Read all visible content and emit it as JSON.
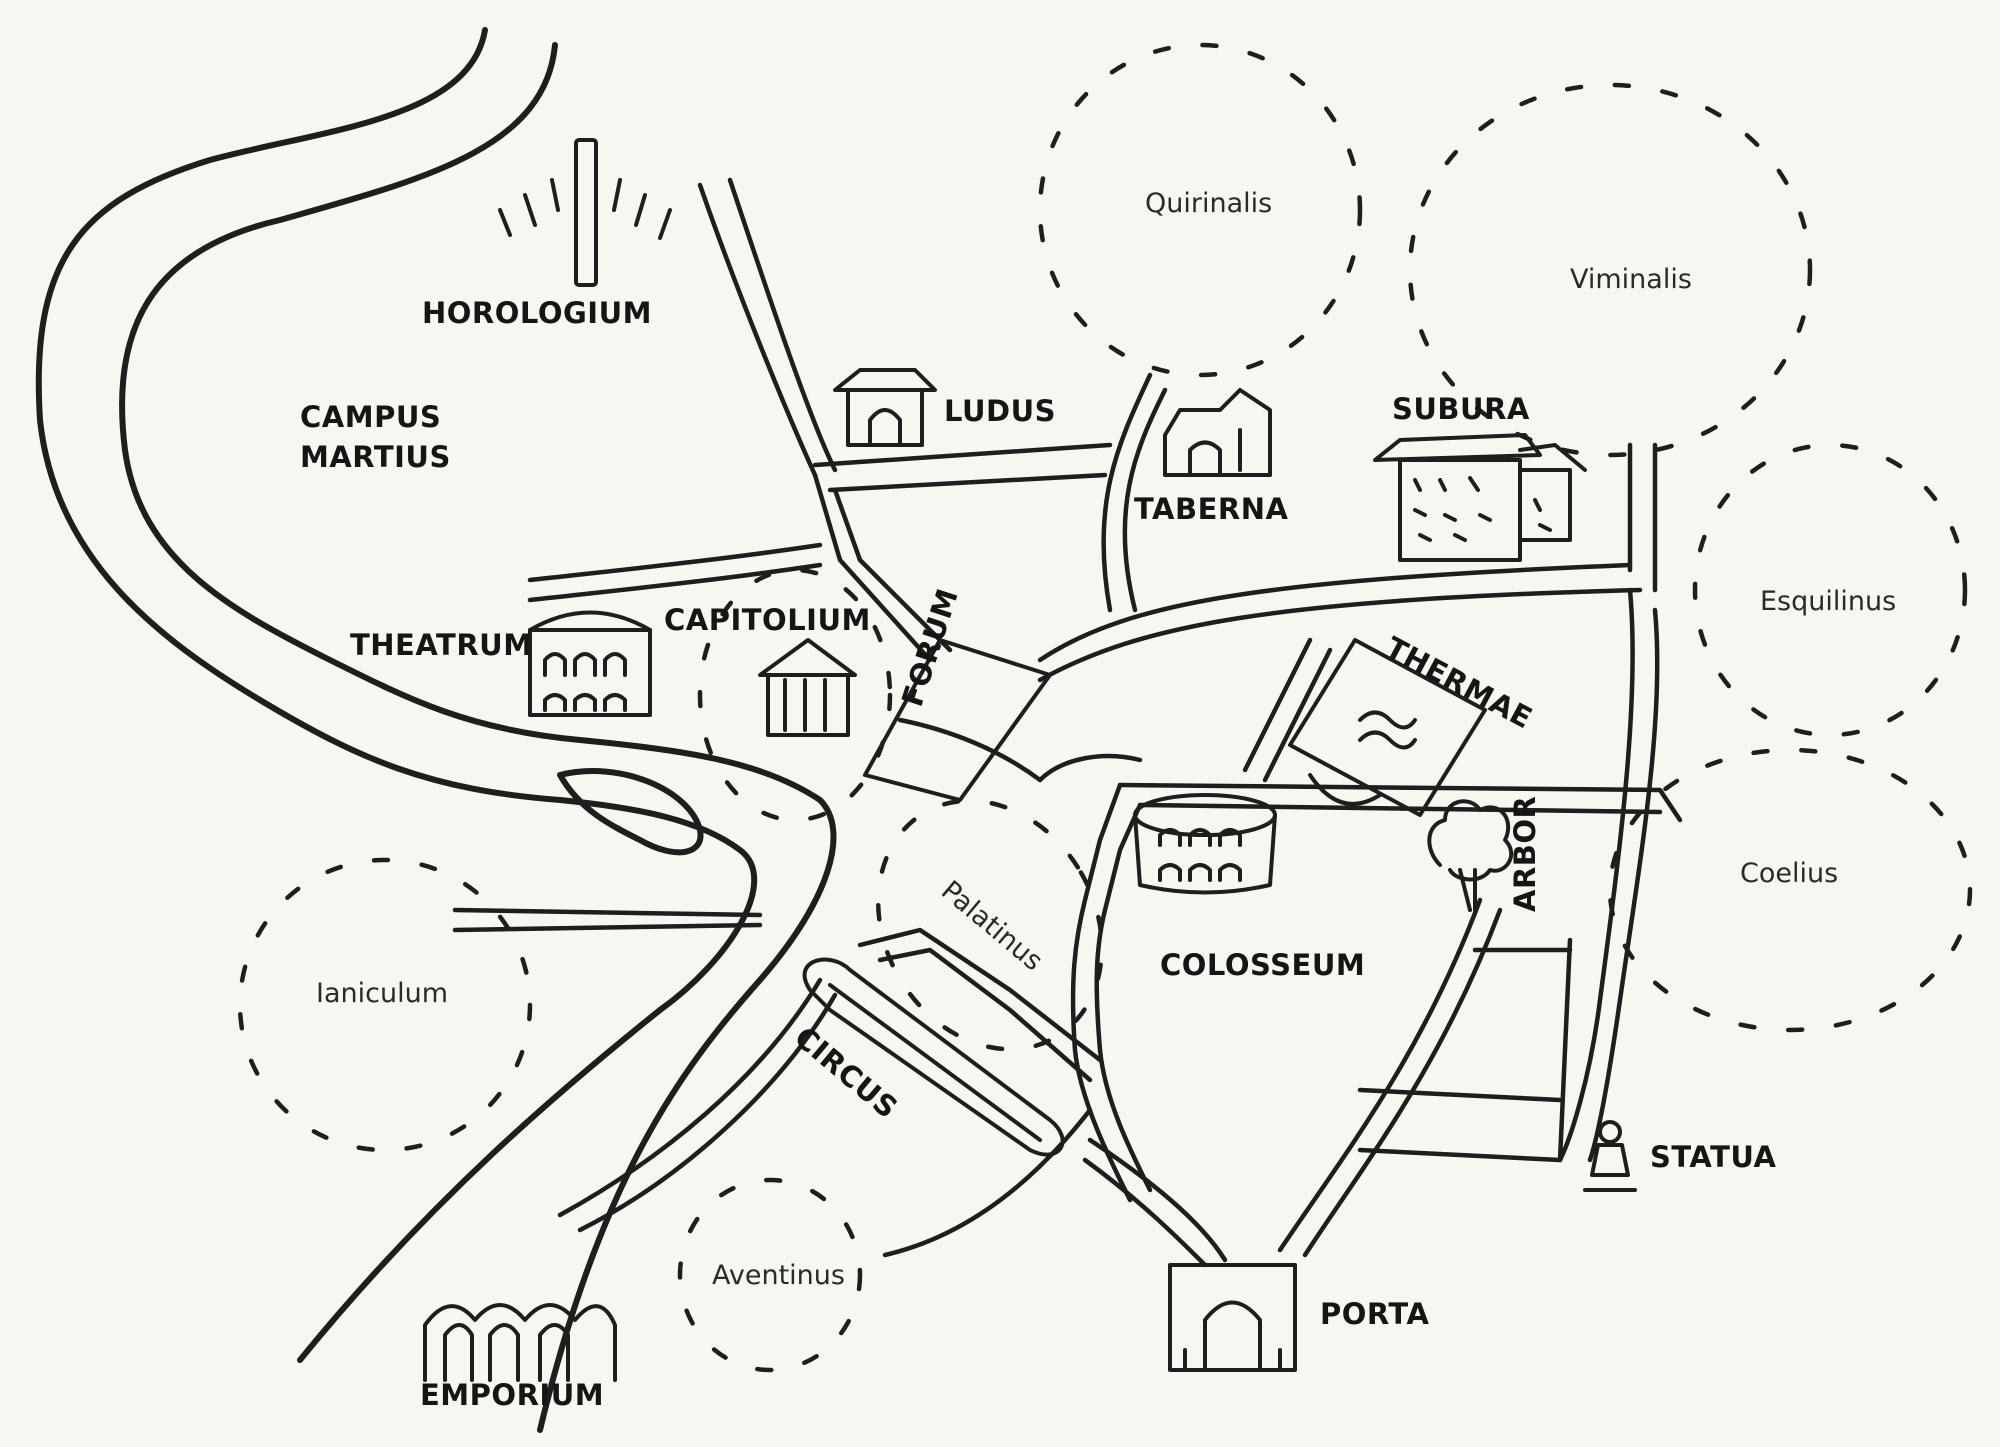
{
  "places": {
    "horologium": "HOROLOGIUM",
    "campus_martius_line1": "CAMPUS",
    "campus_martius_line2": "MARTIUS",
    "ludus": "LUDUS",
    "taberna": "TABERNA",
    "subura": "SUBURA",
    "theatrum": "THEATRUM",
    "capitolium": "CAPITOLIUM",
    "forum": "FORUM",
    "thermae": "THERMAE",
    "arbor": "ARBOR",
    "colosseum": "COLOSSEUM",
    "circus": "CIRCUS",
    "statua": "STATUA",
    "porta": "PORTA",
    "emporium": "EMPORIUM"
  },
  "hills": {
    "quirinalis": "Quirinalis",
    "viminalis": "Viminalis",
    "esquilinus": "Esquilinus",
    "coelius": "Coelius",
    "palatinus": "Palatinus",
    "ianiculum": "Ianiculum",
    "aventinus": "Aventinus"
  },
  "style": {
    "ink": "#1e1e1e",
    "paper": "#f7f7f2"
  },
  "icons": [
    "obelisk-icon",
    "gladiator-school-icon",
    "shop-house-icon",
    "apartment-block-icon",
    "theatre-icon",
    "temple-icon",
    "bath-icon",
    "tree-icon",
    "amphitheatre-icon",
    "circus-track-icon",
    "statue-icon",
    "city-gate-icon",
    "warehouse-arches-icon"
  ]
}
